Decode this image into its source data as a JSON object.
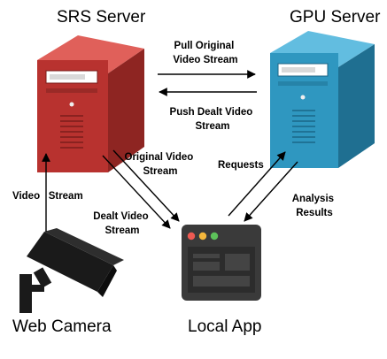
{
  "nodes": {
    "srs_server": "SRS Server",
    "gpu_server": "GPU Server",
    "web_camera": "Web Camera",
    "local_app": "Local App"
  },
  "edges": {
    "pull_original": [
      "Pull Original",
      "Video Stream"
    ],
    "push_dealt": [
      "Push Dealt Video",
      "Stream"
    ],
    "original_video": [
      "Original Video",
      "Stream"
    ],
    "dealt_video": [
      "Dealt Video",
      "Stream"
    ],
    "requests": "Requests",
    "analysis_results": [
      "Analysis",
      "Results"
    ],
    "video_stream": "Video   Stream"
  },
  "colors": {
    "srs_server": "#b8322f",
    "gpu_server": "#2f97c0",
    "app_window": "#3a3a3a",
    "camera": "#1a1a1a"
  }
}
